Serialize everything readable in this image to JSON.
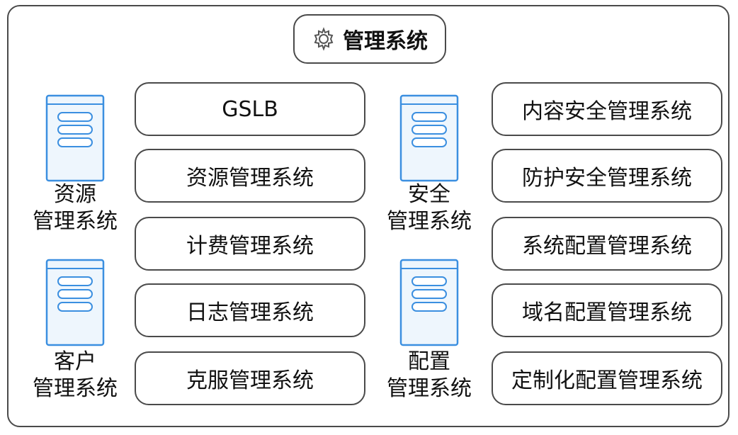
{
  "header": {
    "title": "管理系统",
    "icon": "gear-icon"
  },
  "left_groups": [
    {
      "line1": "资源",
      "line2": "管理系统",
      "icon": "server-icon"
    },
    {
      "line1": "客户",
      "line2": "管理系统",
      "icon": "server-icon"
    }
  ],
  "right_groups": [
    {
      "line1": "安全",
      "line2": "管理系统",
      "icon": "server-icon"
    },
    {
      "line1": "配置",
      "line2": "管理系统",
      "icon": "server-icon"
    }
  ],
  "middle_boxes": [
    "GSLB",
    "资源管理系统",
    "计费管理系统",
    "日志管理系统",
    "克服管理系统"
  ],
  "right_boxes": [
    "内容安全管理系统",
    "防护安全管理系统",
    "系统配置管理系统",
    "域名配置管理系统",
    "定制化配置管理系统"
  ],
  "colors": {
    "server_stroke": "#3b8fe0",
    "server_fill": "#eef6fd",
    "border": "#4a4a4a"
  }
}
